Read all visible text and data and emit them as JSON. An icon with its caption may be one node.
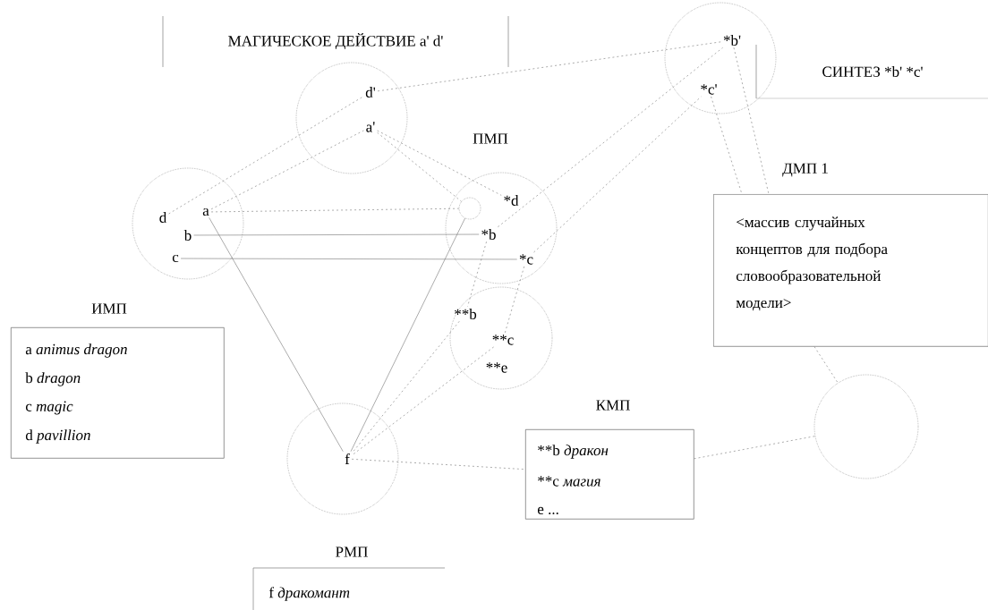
{
  "diagram": {
    "nodes": [
      {
        "text": [
          "МАГИЧЕСКОЕ ДЕЙСТВИЕ a' d'"
        ]
      },
      {
        "text": [],
        "shape": "circle"
      },
      {
        "text": [
          "d'"
        ],
        "in": 1
      },
      {
        "text": [
          "a'"
        ],
        "in": 1
      },
      {
        "text": [],
        "shape": "circle"
      },
      {
        "text": [
          "*b'"
        ],
        "in": 4
      },
      {
        "text": [
          "*c'"
        ],
        "in": 4
      },
      {
        "text": [
          "СИНТЕЗ *b' *c'"
        ]
      },
      {
        "text": [],
        "shape": "circle"
      },
      {
        "text": [
          "d"
        ],
        "in": 8
      },
      {
        "text": [
          "a"
        ],
        "in": 8
      },
      {
        "text": [
          "b"
        ],
        "in": 8
      },
      {
        "text": [
          "c"
        ],
        "in": 8
      },
      {
        "text": [
          "ПМП"
        ]
      },
      {
        "text": [],
        "shape": "circle",
        "in": 13
      },
      {
        "text": [
          "*d"
        ],
        "in": 13
      },
      {
        "text": [
          "*b"
        ],
        "in": 13
      },
      {
        "text": [
          "*c"
        ],
        "in": 13
      },
      {
        "text": [
          "ДМП 1",
          "<массив случайных концептов для подбора словообразовательной модели>"
        ]
      },
      {
        "text": [
          "ИМП",
          "a *animus dragon*",
          "b *dragon*",
          "c *magic*",
          "d *pavillion*"
        ]
      },
      {
        "text": [],
        "shape": "circle"
      },
      {
        "text": [
          "**b"
        ],
        "in": 20
      },
      {
        "text": [
          "**c"
        ],
        "in": 20
      },
      {
        "text": [
          "**e"
        ],
        "in": 20
      },
      {
        "text": [
          "КМП",
          "**b *дракон*",
          "**c *магия*",
          "e ..."
        ]
      },
      {
        "text": [],
        "shape": "circle"
      },
      {
        "text": [
          "f"
        ],
        "in": 25
      },
      {
        "text": [
          "РМП",
          "f *дракомант*"
        ]
      },
      {
        "text": [],
        "shape": "circle"
      }
    ],
    "edges": [
      {
        "from": 9,
        "to": 2,
        "arrow": "none",
        "style": "dashed"
      },
      {
        "from": 10,
        "to": 3,
        "arrow": "none",
        "style": "dashed"
      },
      {
        "from": 2,
        "to": 5,
        "arrow": "none",
        "style": "dashed"
      },
      {
        "from": 3,
        "to": 15,
        "arrow": "none",
        "style": "dashed"
      },
      {
        "from": 3,
        "to": 14,
        "arrow": "none",
        "style": "dashed"
      },
      {
        "from": 10,
        "to": 14,
        "arrow": "none",
        "style": "dashed"
      },
      {
        "from": 11,
        "to": 16,
        "arrow": "none"
      },
      {
        "from": 12,
        "to": 17,
        "arrow": "none"
      },
      {
        "from": 10,
        "to": 26,
        "arrow": "none"
      },
      {
        "from": 14,
        "to": 26,
        "arrow": "none"
      },
      {
        "from": 16,
        "to": 5,
        "arrow": "none",
        "style": "dashed"
      },
      {
        "from": 17,
        "to": 6,
        "arrow": "none",
        "style": "dashed"
      },
      {
        "from": 16,
        "to": 21,
        "arrow": "none",
        "style": "dashed"
      },
      {
        "from": 17,
        "to": 22,
        "arrow": "none",
        "style": "dashed"
      },
      {
        "from": 21,
        "to": 26,
        "arrow": "none",
        "style": "dashed"
      },
      {
        "from": 22,
        "to": 26,
        "arrow": "none",
        "style": "dashed"
      },
      {
        "from": 26,
        "to": 24,
        "arrow": "none",
        "style": "dashed"
      },
      {
        "from": 24,
        "to": 28,
        "arrow": "none",
        "style": "dashed"
      },
      {
        "from": 18,
        "to": 28,
        "arrow": "none",
        "style": "dashed"
      },
      {
        "from": 5,
        "to": 18,
        "arrow": "none",
        "style": "dashed"
      },
      {
        "from": 6,
        "to": 18,
        "arrow": "none",
        "style": "dashed"
      }
    ]
  }
}
